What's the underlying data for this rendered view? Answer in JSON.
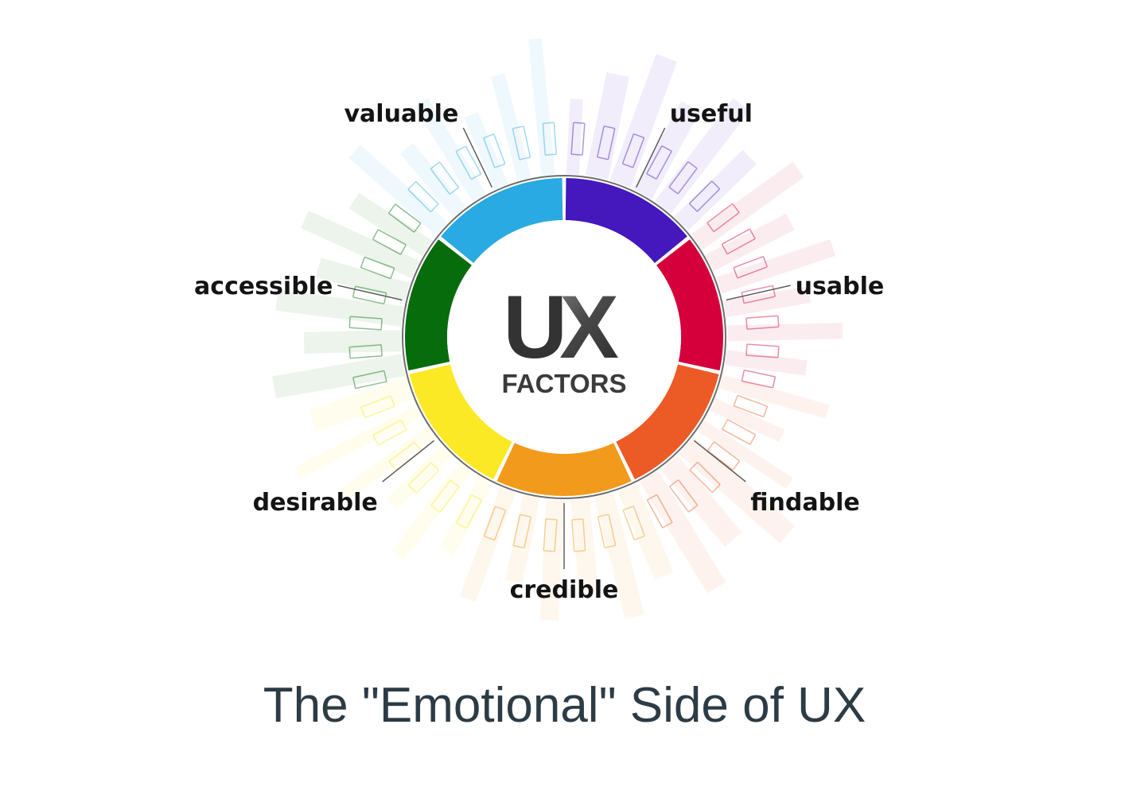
{
  "diagram": {
    "logo": {
      "ux_text": "UX",
      "factors_text": "FACTORS"
    },
    "factors": [
      {
        "label": "useful",
        "color": "#4418bd"
      },
      {
        "label": "usable",
        "color": "#d5003b"
      },
      {
        "label": "findable",
        "color": "#ec5a25"
      },
      {
        "label": "credible",
        "color": "#f29a1b"
      },
      {
        "label": "desirable",
        "color": "#fbe925"
      },
      {
        "label": "accessible",
        "color": "#076d0c"
      },
      {
        "label": "valuable",
        "color": "#2aaae2"
      }
    ]
  },
  "caption": "The \"Emotional\" Side of UX"
}
